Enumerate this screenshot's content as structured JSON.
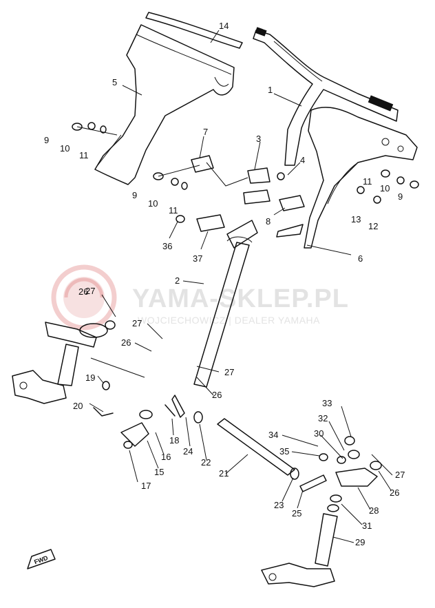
{
  "watermark": {
    "title": "YAMA-SKLEP.PL",
    "subtitle": "WOJCIECHOWICZ | DEALER YAMAHA",
    "logo_color": "#f2c9c9",
    "text_color": "#e3e3e3"
  },
  "fwd_label": "FWD",
  "callouts": [
    "1",
    "2",
    "3",
    "4",
    "5",
    "6",
    "7",
    "8",
    "9",
    "10",
    "11",
    "12",
    "13",
    "14",
    "15",
    "16",
    "17",
    "18",
    "19",
    "20",
    "21",
    "22",
    "23",
    "24",
    "25",
    "26",
    "27",
    "28",
    "29",
    "30",
    "31",
    "32",
    "33",
    "34",
    "35",
    "36",
    "37"
  ],
  "repeated_callouts": [
    "9",
    "10",
    "11",
    "26",
    "27"
  ]
}
